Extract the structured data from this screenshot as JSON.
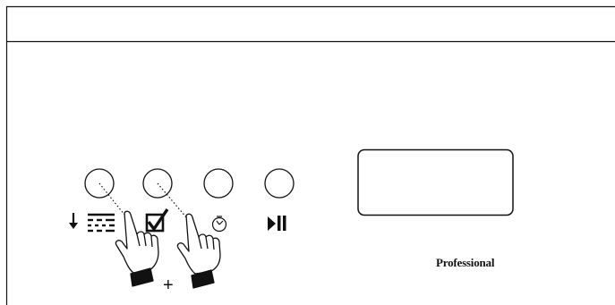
{
  "panel": {
    "brand_label": "Professional",
    "combo_symbol": "+",
    "display_text": ""
  },
  "buttons": [
    {
      "id": "temp-down",
      "icon": "arrow-down-icon",
      "icon2": "dashed-lines-icon",
      "pressed": true
    },
    {
      "id": "select",
      "icon": "checkbox-checked-icon",
      "pressed": true
    },
    {
      "id": "timer",
      "icon": "timer-icon",
      "pressed": false
    },
    {
      "id": "start-pause",
      "icon": "play-pause-icon",
      "pressed": false
    }
  ],
  "colors": {
    "stroke": "#111111",
    "background": "#ffffff"
  }
}
